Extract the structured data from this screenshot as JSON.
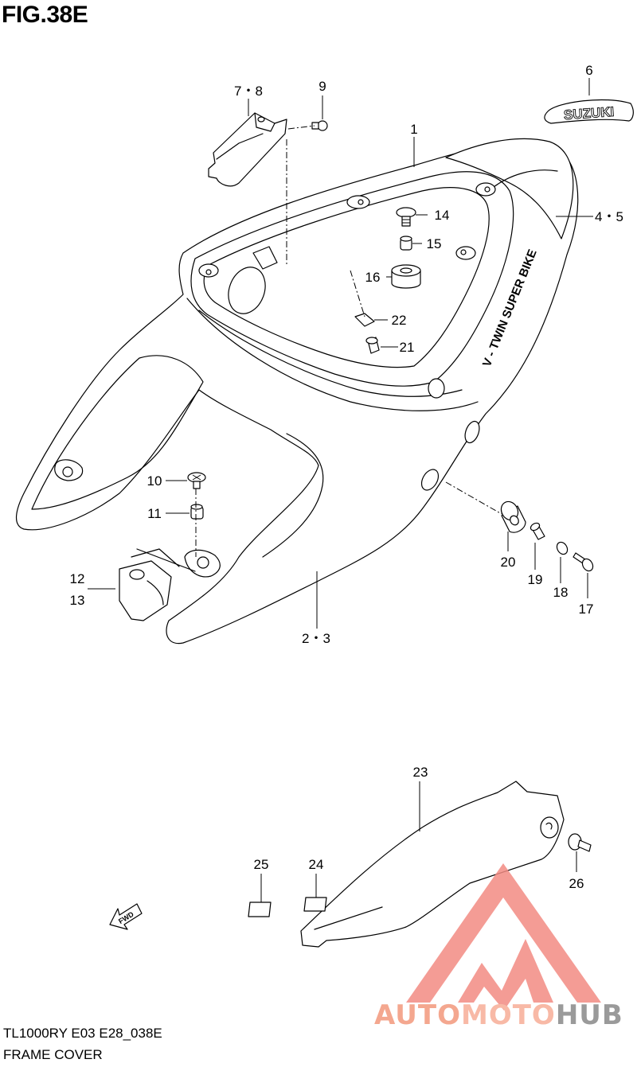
{
  "figure": {
    "title": "FIG.38E",
    "code": "TL1000RY E03 E28_038E",
    "name": "FRAME COVER"
  },
  "decals": {
    "emblem_text": "SUZUKI",
    "side_text": "V - TWIN SUPER BIKE",
    "fwd_text": "FWD"
  },
  "parts": [
    {
      "id": "p1",
      "label": "1"
    },
    {
      "id": "p2_3",
      "label": "2・3"
    },
    {
      "id": "p4_5",
      "label": "4・5"
    },
    {
      "id": "p6",
      "label": "6"
    },
    {
      "id": "p7_8",
      "label": "7・8"
    },
    {
      "id": "p9",
      "label": "9"
    },
    {
      "id": "p10",
      "label": "10"
    },
    {
      "id": "p11",
      "label": "11"
    },
    {
      "id": "p12",
      "label": "12"
    },
    {
      "id": "p13",
      "label": "13"
    },
    {
      "id": "p14",
      "label": "14"
    },
    {
      "id": "p15",
      "label": "15"
    },
    {
      "id": "p16",
      "label": "16"
    },
    {
      "id": "p17",
      "label": "17"
    },
    {
      "id": "p18",
      "label": "18"
    },
    {
      "id": "p19",
      "label": "19"
    },
    {
      "id": "p20",
      "label": "20"
    },
    {
      "id": "p21",
      "label": "21"
    },
    {
      "id": "p22",
      "label": "22"
    },
    {
      "id": "p23",
      "label": "23"
    },
    {
      "id": "p24",
      "label": "24"
    },
    {
      "id": "p25",
      "label": "25"
    },
    {
      "id": "p26",
      "label": "26"
    }
  ],
  "watermark": {
    "part1": "AUTO",
    "part2": "MOTO",
    "part3": "HUB",
    "colors": {
      "red": "#f28b82",
      "grey": "#9a9a9a"
    }
  }
}
